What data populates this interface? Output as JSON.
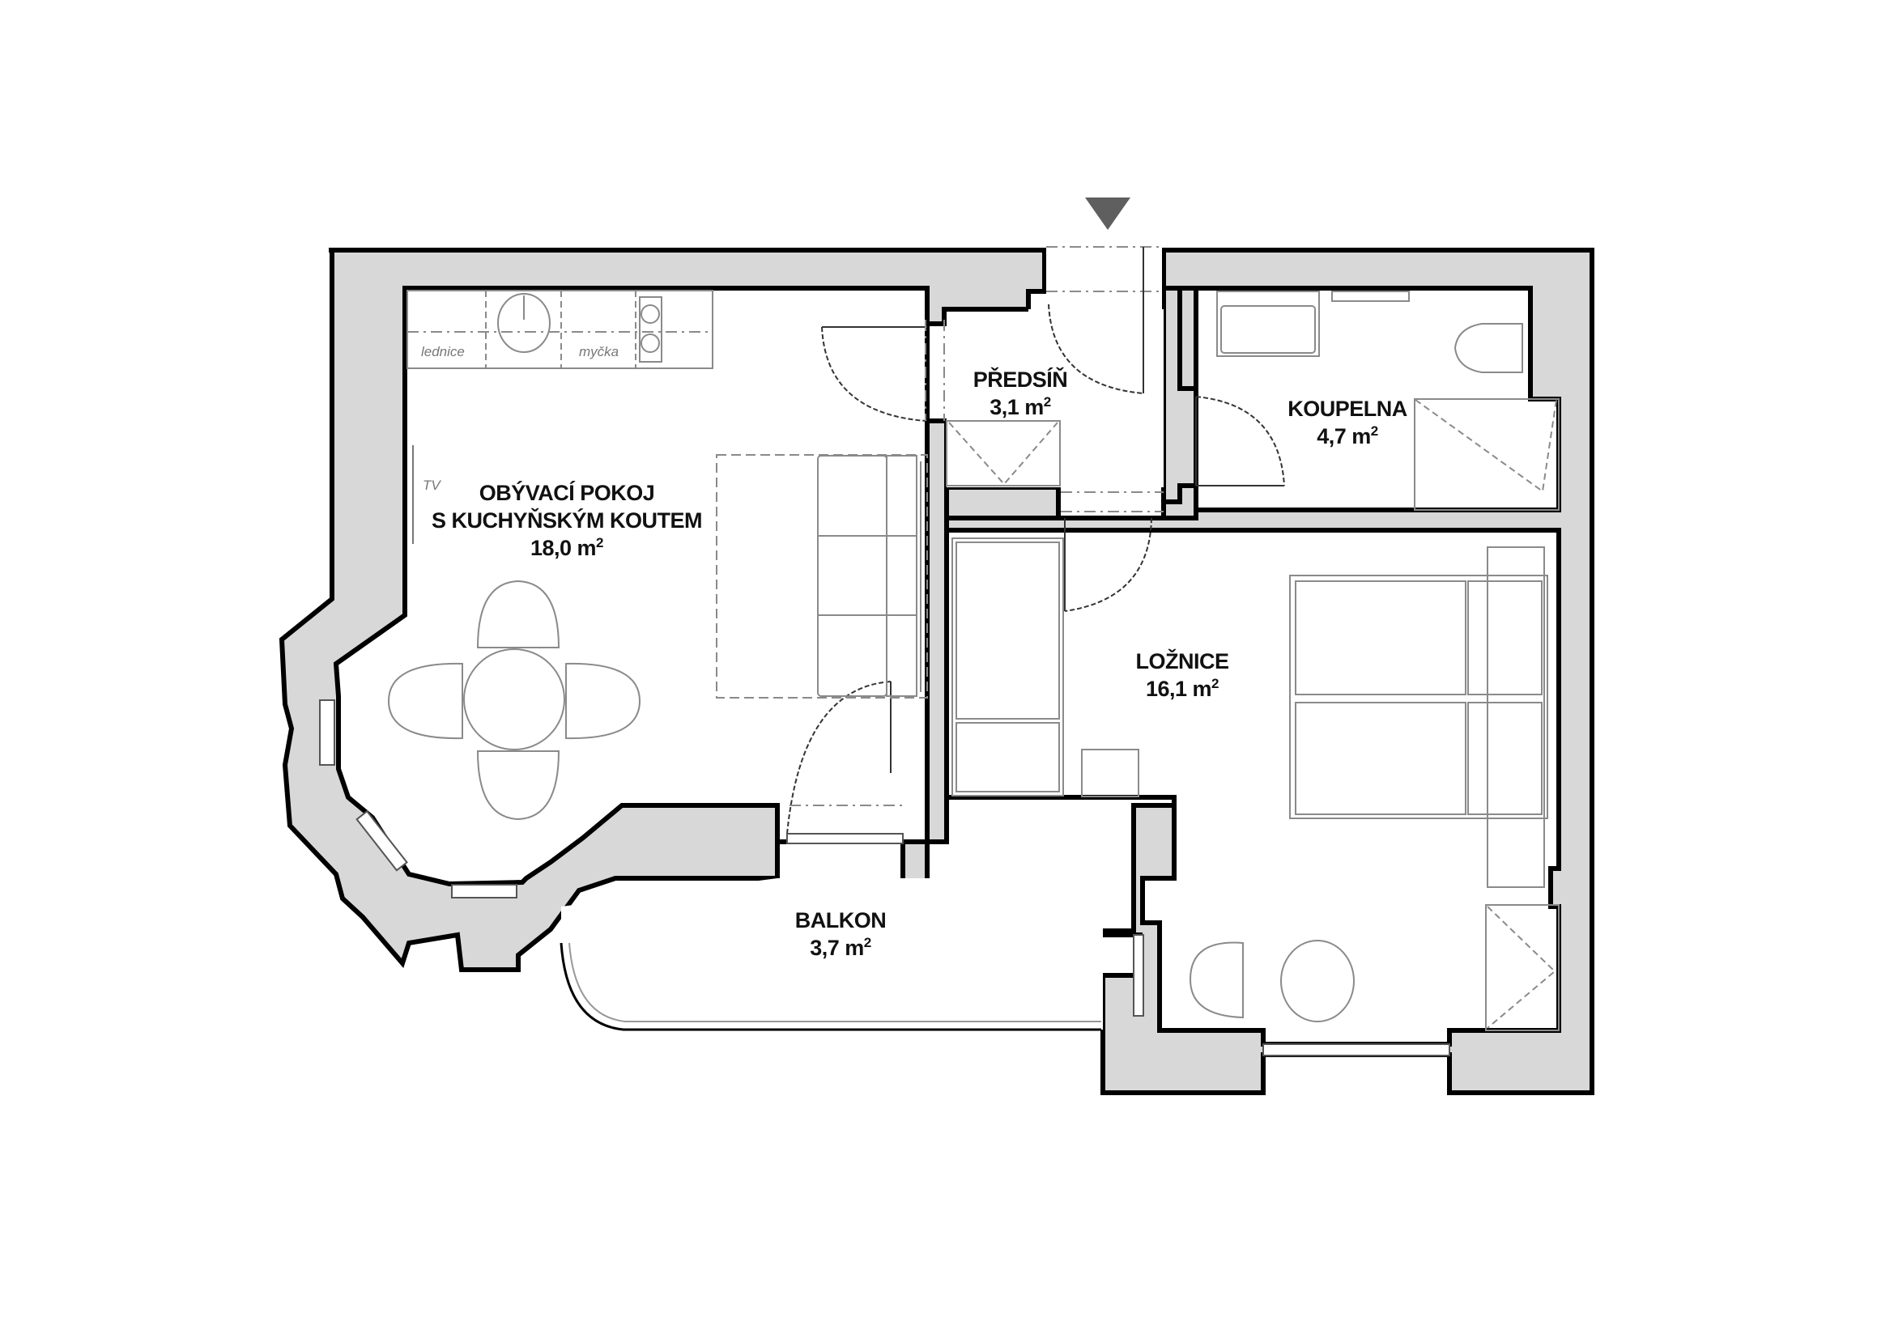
{
  "plan": {
    "entrance_marker": "entrance-arrow",
    "colors": {
      "wall_fill": "#d8d8d8",
      "wall_outline": "#000000",
      "furniture_stroke": "#8a8a8a",
      "entrance_arrow": "#5f5f5f"
    }
  },
  "rooms": [
    {
      "id": "living",
      "name_line1": "OBÝVACÍ POKOJ",
      "name_line2": "S KUCHYŇSKÝM KOUTEM",
      "area_value": "18,0 m",
      "area_unit_sup": "2"
    },
    {
      "id": "hall",
      "name_line1": "PŘEDSÍŇ",
      "area_value": "3,1 m",
      "area_unit_sup": "2"
    },
    {
      "id": "bath",
      "name_line1": "KOUPELNA",
      "area_value": "4,7 m",
      "area_unit_sup": "2"
    },
    {
      "id": "bedroom",
      "name_line1": "LOŽNICE",
      "area_value": "16,1 m",
      "area_unit_sup": "2"
    },
    {
      "id": "balcony",
      "name_line1": "BALKON",
      "area_value": "3,7 m",
      "area_unit_sup": "2"
    }
  ],
  "annotations": {
    "fridge": "lednice",
    "dishwasher": "myčka",
    "tv": "TV"
  }
}
